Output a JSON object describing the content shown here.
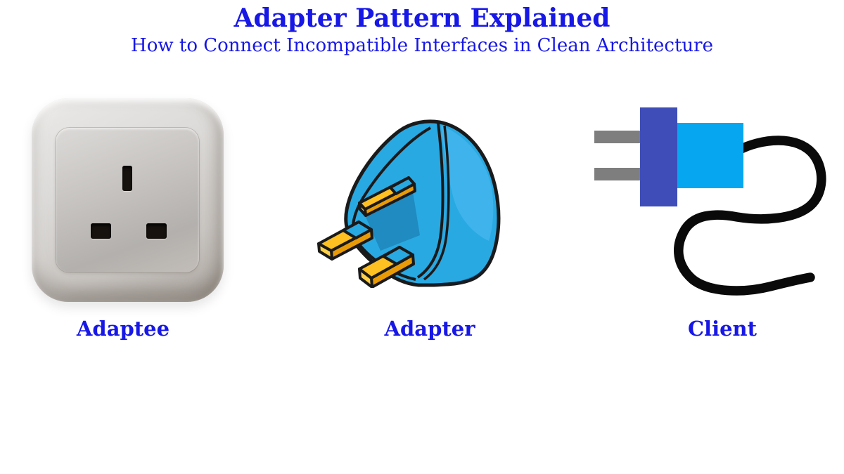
{
  "header": {
    "title": "Adapter Pattern Explained",
    "subtitle": "How to Connect Incompatible Interfaces in Clean Architecture"
  },
  "figures": [
    {
      "label": "Adaptee",
      "illustration": "uk-wall-socket"
    },
    {
      "label": "Adapter",
      "illustration": "uk-travel-adapter-plug"
    },
    {
      "label": "Client",
      "illustration": "us-plug-with-cable"
    }
  ],
  "colors": {
    "heading_text": "#1717E6",
    "adapter_body_blue": "#29A9E2",
    "adapter_sheen_blue": "#47B7ED",
    "prong_yellow_top": "#FFC022",
    "prong_orange_side": "#E89B06",
    "prong_cap_yellow": "#FFD04A",
    "client_plug_indigo": "#3E4DB8",
    "client_charger_blue": "#06A7F0",
    "client_prong_gray": "#7E7E7E",
    "cable_black": "#0A0A0A",
    "socket_gray": "#D8D5D2",
    "slot_black": "#17120E",
    "outline_black": "#1A1A1A",
    "background": "#FFFFFF"
  }
}
